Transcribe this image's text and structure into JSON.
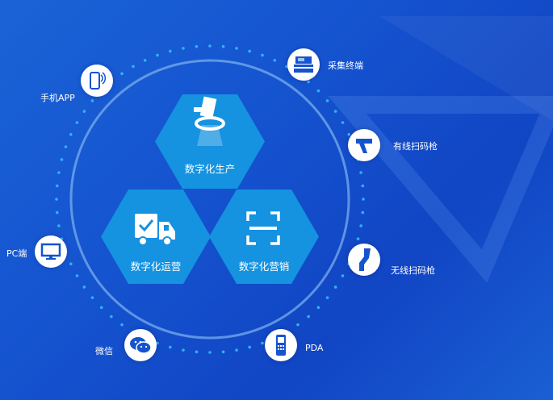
{
  "colors": {
    "background": "#1553cf",
    "hexagon": "#1592e0",
    "ring": "#7fb4f0",
    "dots": "#2fb2f5"
  },
  "center_modules": [
    {
      "label": "数字化生产",
      "icon": "production-machine-icon"
    },
    {
      "label": "数字化运营",
      "icon": "delivery-truck-icon"
    },
    {
      "label": "数字化营销",
      "icon": "scan-frame-icon"
    }
  ],
  "devices": [
    {
      "label": "手机APP",
      "icon": "mobile-phone-icon"
    },
    {
      "label": "采集终端",
      "icon": "collection-terminal-icon"
    },
    {
      "label": "有线扫码枪",
      "icon": "wired-scanner-icon"
    },
    {
      "label": "无线扫码枪",
      "icon": "wireless-scanner-icon"
    },
    {
      "label": "PDA",
      "icon": "pda-icon"
    },
    {
      "label": "微信",
      "icon": "wechat-icon"
    },
    {
      "label": "PC端",
      "icon": "pc-monitor-icon"
    }
  ]
}
